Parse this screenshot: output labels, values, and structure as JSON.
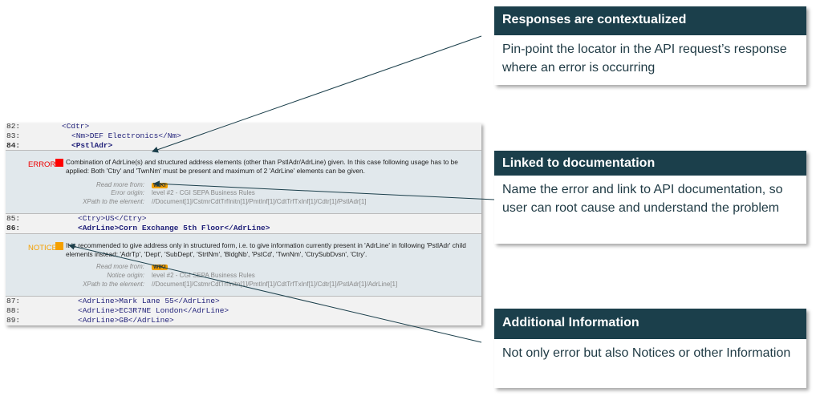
{
  "code_lines": [
    {
      "num": "82:",
      "text": "<Cdtr>"
    },
    {
      "num": "83:",
      "text": "<Nm>DEF Electronics</Nm>"
    },
    {
      "num": "84:",
      "text": "<PstlAdr>"
    },
    {
      "num": "85:",
      "text": "<Ctry>US</Ctry>"
    },
    {
      "num": "86:",
      "text": "<AdrLine>Corn Exchange 5th Floor</AdrLine>"
    },
    {
      "num": "87:",
      "text": "<AdrLine>Mark Lane 55</AdrLine>"
    },
    {
      "num": "88:",
      "text": "<AdrLine>EC3R7NE London</AdrLine>"
    },
    {
      "num": "89:",
      "text": "<AdrLine>GB</AdrLine>"
    }
  ],
  "error": {
    "level": "ERROR",
    "color": "#ff0000",
    "message": "Combination of AdrLine(s) and structured address elements (other than PstlAdr/AdrLine) given. In this case following usage has to be applied: Both 'Ctry' and 'TwnNm' must be present and maximum of 2 'AdrLine' elements can be given.",
    "read_more_label": "Read more from:",
    "wiki": "WIKI",
    "origin_label": "Error origin:",
    "origin": "level #2 - CGI SEPA Business Rules",
    "xpath_label": "XPath to the element:",
    "xpath": "//Document[1]/CstmrCdtTrfInitn[1]/PmtInf[1]/CdtTrfTxInf[1]/Cdtr[1]/PstlAdr[1]"
  },
  "notice": {
    "level": "NOTICE",
    "color": "#f5a000",
    "message": "It is recommended to give address only in structured form, i.e. to give information currently present in 'AdrLine' in following 'PstlAdr' child elements instead: 'AdrTp', 'Dept', 'SubDept', 'StrtNm', 'BldgNb', 'PstCd', 'TwnNm', 'CtrySubDvsn', 'Ctry'.",
    "read_more_label": "Read more from:",
    "wiki": "WIKI",
    "origin_label": "Notice origin:",
    "origin": "level #2 - CGI SEPA Business Rules",
    "xpath_label": "XPath to the element:",
    "xpath": "//Document[1]/CstmrCdtTrfInitn[1]/PmtInf[1]/CdtTrfTxInf[1]/Cdtr[1]/PstlAdr[1]/AdrLine[1]"
  },
  "callouts": [
    {
      "title": "Responses are contextualized",
      "body": "Pin-point the locator in the API request’s response where an error is occurring"
    },
    {
      "title": "Linked to documentation",
      "body": "Name the error and link to API documentation, so user can root cause and understand the problem"
    },
    {
      "title": "Additional Information",
      "body": "Not only error but also Notices or other Information"
    }
  ],
  "colors": {
    "callout_header": "#1b3f4b",
    "arrow": "#1b3f4b"
  }
}
